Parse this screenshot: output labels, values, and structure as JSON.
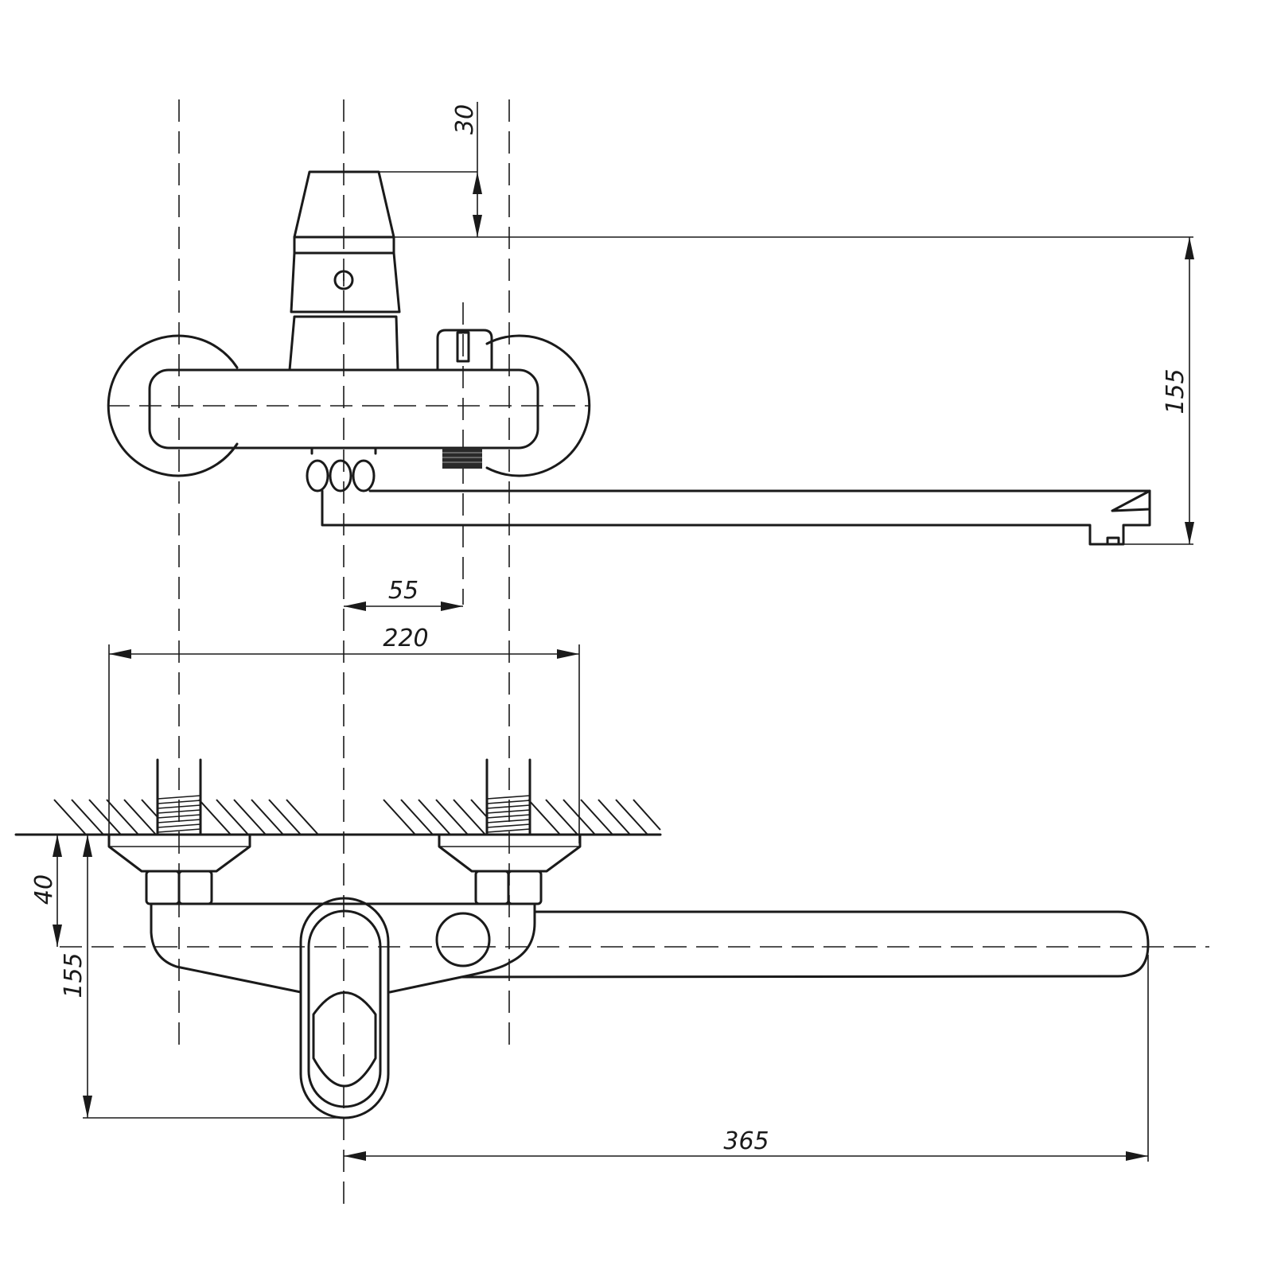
{
  "dimensions": {
    "handle_height": "30",
    "side_height": "155",
    "outlet_offset": "55",
    "mount_width": "220",
    "wall_offset": "40",
    "front_height": "155",
    "spout_reach": "365"
  }
}
